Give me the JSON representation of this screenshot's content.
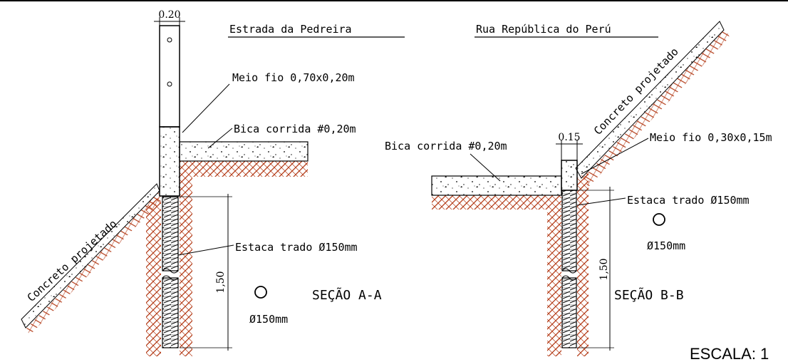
{
  "section_a": {
    "street_title": "Estrada da Pedreira",
    "width_dim": "0.20",
    "curb_label": "Meio fio 0,70x0,20m",
    "gravel_label": "Bica corrida #0,20m",
    "concrete_label": "Concreto projetado",
    "pile_label": "Estaca trado Ø150mm",
    "height_dim": "1,50",
    "diameter_label": "Ø150mm",
    "section_title": "SEÇÃO A-A"
  },
  "section_b": {
    "street_title": "Rua República do Perú",
    "width_dim": "0.15",
    "curb_label": "Meio fio 0,30x0,15m",
    "gravel_label": "Bica corrida #0,20m",
    "concrete_label": "Concreto projetado",
    "pile_label": "Estaca trado Ø150mm",
    "height_dim": "1,50",
    "diameter_label": "Ø150mm",
    "section_title": "SEÇÃO B-B"
  },
  "scale_label": "ESCALA: 1",
  "colors": {
    "soil_hatch": "#b33a16",
    "line": "#000000",
    "background": "#ffffff"
  }
}
